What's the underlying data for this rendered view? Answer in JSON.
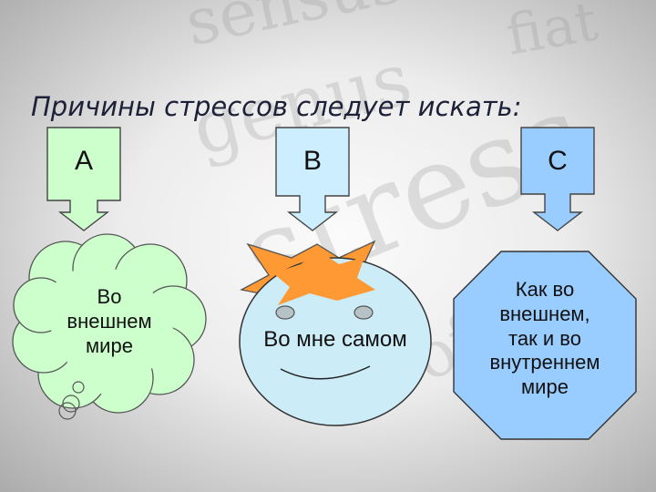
{
  "title": "Причины стрессов следует искать:",
  "columns": [
    {
      "letter": "A",
      "label_lines": [
        "Во",
        "внешнем",
        "мире"
      ],
      "box_color": "#ccffcc",
      "shape": "cloud",
      "shape_color": "#ccffcc"
    },
    {
      "letter": "B",
      "label_lines": [
        "Во мне самом"
      ],
      "box_color": "#cceeff",
      "shape": "face",
      "shape_color": "#ccecf8",
      "hair_color": "#ff9933"
    },
    {
      "letter": "C",
      "label_lines": [
        "Как во",
        "внешнем,",
        "так и во",
        "внутреннем",
        "мире"
      ],
      "box_color": "#99ccff",
      "shape": "octagon",
      "shape_color": "#99ccff"
    }
  ],
  "background_words": [
    "sensus",
    "genus",
    "stress",
    "fiat",
    "of one"
  ]
}
